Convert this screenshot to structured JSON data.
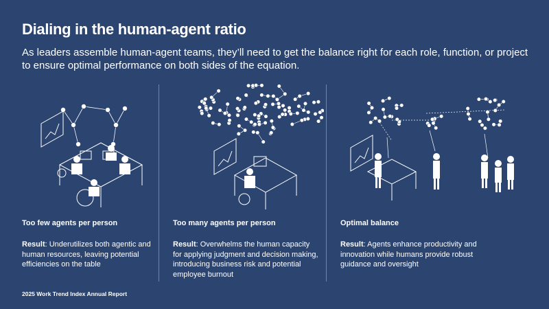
{
  "header": {
    "title": "Dialing in the human-agent ratio",
    "subtitle": "As leaders assemble human-agent teams, they’ll need to get the balance right for each role, function, or project to ensure optimal performance on both sides of the equation."
  },
  "columns": [
    {
      "heading": "Too few agents per person",
      "result_label": "Result",
      "result_text": ": Underutilizes both agentic and human resources, leaving potential efficiencies on the table"
    },
    {
      "heading": "Too many agents per person",
      "result_label": "Result",
      "result_text": ": Overwhelms the human capacity for applying judgment and decision making, introducing business risk and potential employee burnout"
    },
    {
      "heading": "Optimal balance",
      "result_label": "Result",
      "result_text": ": Agents enhance productivity and innovation while humans provide robust guidance and oversight"
    }
  ],
  "footer": {
    "source": "2025 Work Trend Index Annual Report"
  },
  "colors": {
    "background": "#2b4470",
    "text": "#ffffff",
    "divider": "#6f86ab"
  },
  "icons": [
    "agent-network-icon",
    "person-at-desk-icon",
    "dashboard-screen-icon"
  ]
}
